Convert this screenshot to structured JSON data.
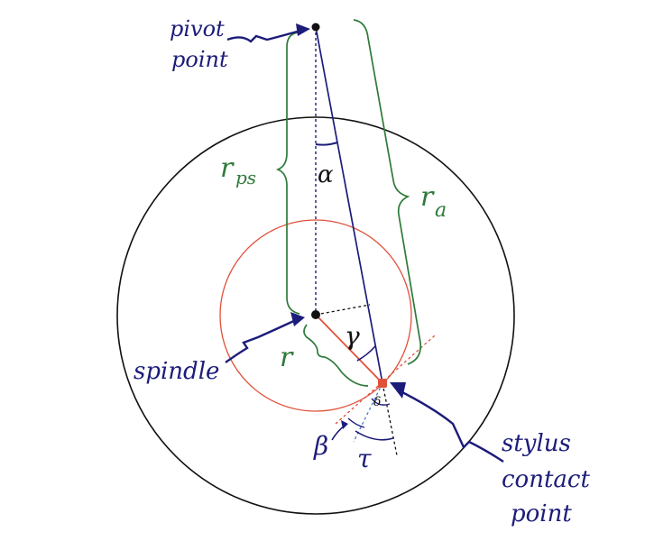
{
  "labels": {
    "pivot_line1": "pivot",
    "pivot_line2": "point",
    "spindle": "spindle",
    "stylus_line1": "stylus",
    "stylus_line2": "contact",
    "stylus_line3": "point",
    "r_ps_main": "r",
    "r_ps_sub": "ps",
    "r_a_main": "r",
    "r_a_sub": "a",
    "r": "r",
    "alpha": "α",
    "gamma": "γ",
    "delta": "δ",
    "beta": "β",
    "tau": "τ"
  },
  "colors": {
    "outline": "#111111",
    "arm": "#1c1c7a",
    "bracket": "#2e7a3a",
    "groove_circle": "#e0503a",
    "radius": "#e0503a",
    "tangent": "#e0503a",
    "normal": "#4a78d0",
    "contact_point": "#e0503a",
    "pivot_point": "#111111",
    "spindle_point": "#111111"
  }
}
